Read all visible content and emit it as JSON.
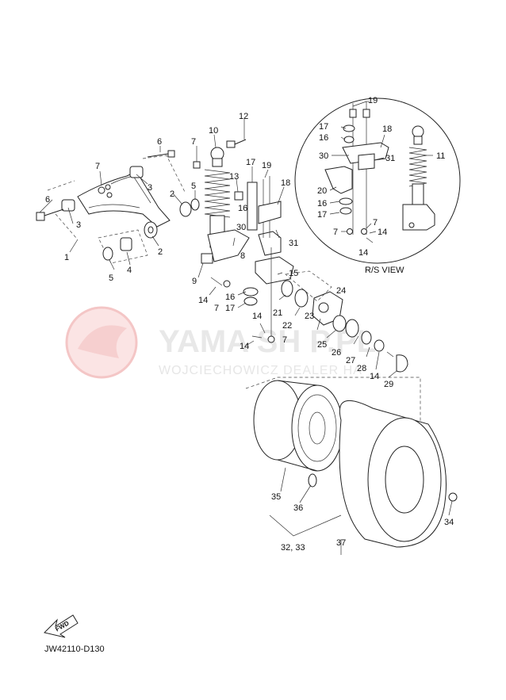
{
  "watermark": {
    "brand": "YAMA   SH P.PL",
    "subtitle": "WOJCIECHOWICZ   DEALER   HA"
  },
  "inset_label": "R/S VIEW",
  "diagram_code": "JW42110-D130",
  "fwd_label": "FWD",
  "callouts": {
    "c12": "12",
    "c10": "10",
    "c6a": "6",
    "c7a": "7",
    "c7b": "7",
    "c6b": "6",
    "c3a": "3",
    "c3b": "3",
    "c2a": "2",
    "c2b": "2",
    "c5a": "5",
    "c5b": "5",
    "c1": "1",
    "c4": "4",
    "c13": "13",
    "c17a": "17",
    "c19a": "19",
    "c18a": "18",
    "c16a": "16",
    "c30a": "30",
    "c8": "8",
    "c31a": "31",
    "c9": "9",
    "c15": "15",
    "c14a": "14",
    "c16b": "16",
    "c17b": "17",
    "c7c": "7",
    "c14b": "14",
    "c21": "21",
    "c22": "22",
    "c23": "23",
    "c24": "24",
    "c14c": "14",
    "c7d": "7",
    "c25": "25",
    "c26": "26",
    "c27": "27",
    "c28": "28",
    "c14d": "14",
    "c29": "29",
    "c35": "35",
    "c36": "36",
    "c34": "34",
    "c3233": "32, 33",
    "c37": "37",
    "i19": "19",
    "i17a": "17",
    "i18": "18",
    "i16a": "16",
    "i30": "30",
    "i31": "31",
    "i11": "11",
    "i20": "20",
    "i16b": "16",
    "i17b": "17",
    "i7a": "7",
    "i14a": "14",
    "i7b": "7",
    "i14b": "14"
  }
}
